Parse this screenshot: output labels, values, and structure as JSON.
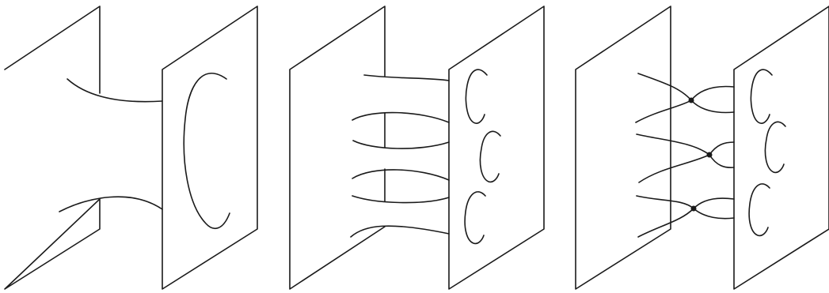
{
  "figure": {
    "panels": [
      {
        "id": "panel-1"
      },
      {
        "id": "panel-2"
      },
      {
        "id": "panel-3"
      }
    ],
    "colors": {
      "stroke": "#1a1a1a",
      "background": "#ffffff"
    }
  }
}
